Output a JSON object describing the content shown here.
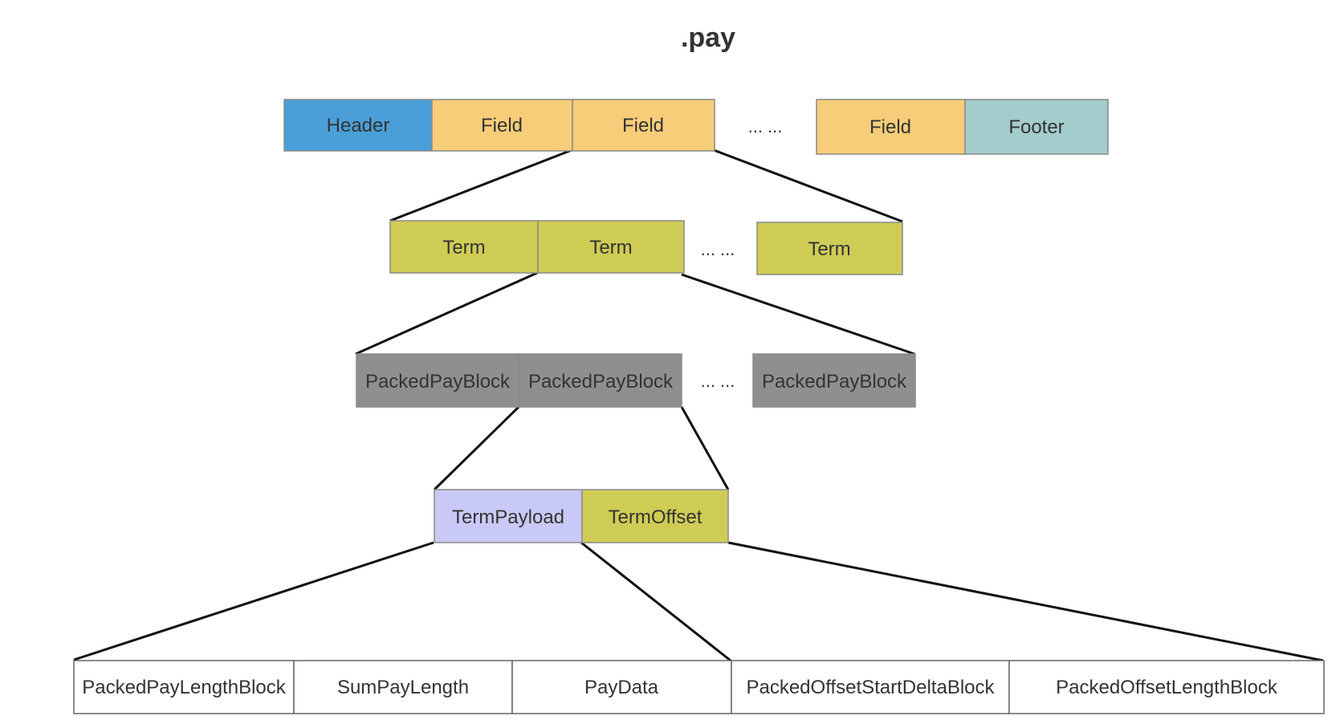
{
  "title": ".pay",
  "colors": {
    "header": "#4a9fd8",
    "field": "#f8cd79",
    "footer": "#a3cccc",
    "term": "#cfcc55",
    "packed_block": "#8f8f8f",
    "term_payload": "#c9c9f7",
    "term_offset": "#cfcc55",
    "cell": "#ffffff"
  },
  "levels": {
    "file": {
      "header": "Header",
      "field_1": "Field",
      "field_2": "Field",
      "ellipsis": "... ...",
      "field_last": "Field",
      "footer": "Footer"
    },
    "field": {
      "term_1": "Term",
      "term_2": "Term",
      "ellipsis": "... ...",
      "term_last": "Term"
    },
    "term": {
      "block_1": "PackedPayBlock",
      "block_2": "PackedPayBlock",
      "ellipsis": "... ...",
      "block_last": "PackedPayBlock"
    },
    "block": {
      "term_payload": "TermPayload",
      "term_offset": "TermOffset"
    },
    "payload": {
      "cells": [
        "PackedPayLengthBlock",
        "SumPayLength",
        "PayData",
        "PackedOffsetStartDeltaBlock",
        "PackedOffsetLengthBlock"
      ]
    }
  }
}
